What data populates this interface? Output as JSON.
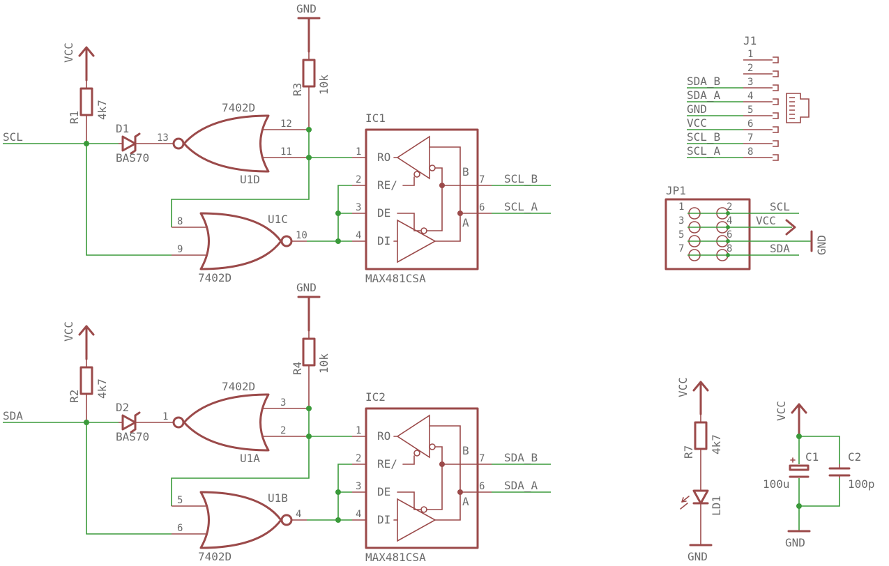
{
  "supplies": {
    "vcc": "VCC",
    "gnd": "GND"
  },
  "nets": {
    "scl": "SCL",
    "sda": "SDA",
    "scl_b": "SCL_B",
    "scl_a": "SCL_A",
    "sda_b": "SDA_B",
    "sda_a": "SDA_A"
  },
  "parts": {
    "r1": {
      "name": "R1",
      "value": "4k7"
    },
    "r2": {
      "name": "R2",
      "value": "4k7"
    },
    "r3": {
      "name": "R3",
      "value": "10k"
    },
    "r4": {
      "name": "R4",
      "value": "10k"
    },
    "r7": {
      "name": "R7",
      "value": "4k7"
    },
    "d1": {
      "name": "D1",
      "value": "BAS70"
    },
    "d2": {
      "name": "D2",
      "value": "BAS70"
    },
    "u1d": {
      "name": "U1D",
      "value": "7402D"
    },
    "u1c": {
      "name": "U1C",
      "value": "7402D"
    },
    "u1a": {
      "name": "U1A",
      "value": "7402D"
    },
    "u1b": {
      "name": "U1B",
      "value": "7402D"
    },
    "ic1": {
      "name": "IC1",
      "value": "MAX481CSA"
    },
    "ic2": {
      "name": "IC2",
      "value": "MAX481CSA"
    },
    "ld1": {
      "name": "LD1"
    },
    "c1": {
      "name": "C1",
      "value": "100u"
    },
    "c2": {
      "name": "C2",
      "value": "100p"
    },
    "j1": {
      "name": "J1"
    },
    "jp1": {
      "name": "JP1"
    }
  },
  "ic_pins": {
    "ro": "RO",
    "re": "RE/",
    "de": "DE",
    "di": "DI",
    "b": "B",
    "a": "A"
  },
  "pin_numbers": {
    "one": "1",
    "two": "2",
    "three": "3",
    "four": "4",
    "five": "5",
    "six": "6",
    "seven": "7",
    "eight": "8",
    "nine": "9",
    "ten": "10",
    "eleven": "11",
    "twelve": "12",
    "thirteen": "13"
  },
  "j1_labels": [
    "SDA_B",
    "SDA_A",
    "GND",
    "VCC",
    "SCL_B",
    "SCL_A"
  ],
  "jp1_nets": {
    "scl": "SCL",
    "vcc": "VCC",
    "sda": "SDA",
    "gnd": "GND"
  }
}
